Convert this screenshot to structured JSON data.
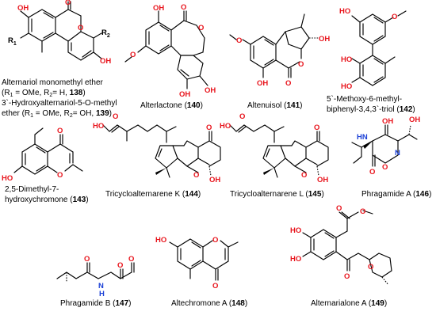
{
  "compounds": [
    {
      "id": "138-139",
      "name_lines": [
        "Alternariol monomethyl ether",
        "(R1 = OMe, R2= H, 138)",
        "3`-Hydroxyalternariol-5-O-methyl",
        "ether  (R1 = OMe, R2= OH, 139)"
      ]
    },
    {
      "id": "140",
      "name": "Alterlactone",
      "number": "140"
    },
    {
      "id": "141",
      "name": "Altenuisol",
      "number": "141"
    },
    {
      "id": "142",
      "name_lines": [
        "5`-Methoxy-6-methyl-",
        "biphenyl-3,4,3`-triol"
      ],
      "number": "142"
    },
    {
      "id": "143",
      "name_lines": [
        "2,5-Dimethyl-7-",
        "hydroxychromone"
      ],
      "number": "143"
    },
    {
      "id": "144",
      "name": "Tricycloalternarene K",
      "number": "144"
    },
    {
      "id": "145",
      "name": "Tricycloalternarene L",
      "number": "145"
    },
    {
      "id": "146",
      "name": "Phragamide A",
      "number": "146"
    },
    {
      "id": "147",
      "name": "Phragamide B",
      "number": "147"
    },
    {
      "id": "148",
      "name": "Altechromone A",
      "number": "148"
    },
    {
      "id": "149",
      "name": "Alternarialone A",
      "number": "149"
    }
  ],
  "atoms": {
    "OH": "OH",
    "HO": "HO",
    "O": "O",
    "NH": "NH",
    "HN": "HN",
    "N": "N",
    "H": "H",
    "R1": "R",
    "R2": "R",
    "sub1": "1",
    "sub2": "2"
  },
  "labels": {
    "c138_l1": "Alternariol monomethyl ether",
    "c138_l2a": "(R",
    "c138_l2b": "1",
    "c138_l2c": " = OMe, R",
    "c138_l2d": "2",
    "c138_l2e": "= H, ",
    "c138_l2f": "138",
    "c138_l2g": ")",
    "c139_l1": "3`-Hydroxyalternariol-5-O-methyl",
    "c139_l2a": "ether  (R",
    "c139_l2b": "1",
    "c139_l2c": " = OMe, R",
    "c139_l2d": "2",
    "c139_l2e": "= OH, ",
    "c139_l2f": "139",
    "c139_l2g": ")",
    "c140a": "Alterlactone (",
    "c140b": "140",
    "c140c": ")",
    "c141a": "Altenuisol (",
    "c141b": "141",
    "c141c": ")",
    "c142_l1": "5`-Methoxy-6-methyl-",
    "c142_l2a": "biphenyl-3,4,3`-triol (",
    "c142_l2b": "142",
    "c142_l2c": ")",
    "c143_l1": "2,5-Dimethyl-7-",
    "c143_l2a": "hydroxychromone (",
    "c143_l2b": "143",
    "c143_l2c": ")",
    "c144a": "Tricycloalternarene K (",
    "c144b": "144",
    "c144c": ")",
    "c145a": "Tricycloalternarene L (",
    "c145b": "145",
    "c145c": ")",
    "c146a": "Phragamide A (",
    "c146b": "146",
    "c146c": ")",
    "c147a": "Phragamide B (",
    "c147b": "147",
    "c147c": ")",
    "c148a": "Altechromone A (",
    "c148b": "148",
    "c148c": ")",
    "c149a": "Alternarialone A (",
    "c149b": "149",
    "c149c": ")"
  },
  "colors": {
    "oxygen": "#e8141c",
    "nitrogen": "#1a3fd6",
    "bond": "#000000"
  }
}
